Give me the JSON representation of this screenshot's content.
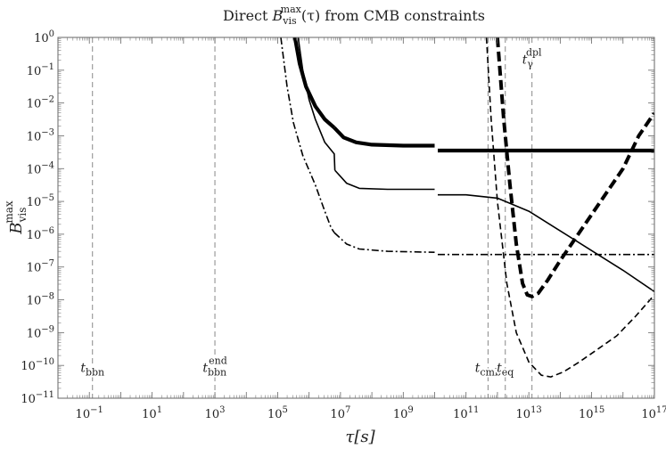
{
  "chart_data": {
    "type": "line",
    "title": "Direct B_vis^max(τ) from CMB constraints",
    "title_parts": {
      "pre": "Direct ",
      "main": "B",
      "sub": "vis",
      "sup": "max",
      "post": "(τ) from CMB constraints"
    },
    "xlabel": "τ[s]",
    "ylabel": {
      "main": "B",
      "sub": "vis",
      "sup": "max"
    },
    "x_scale": "log",
    "y_scale": "log",
    "xlim_log10": [
      -2,
      17
    ],
    "ylim_log10": [
      -11,
      0
    ],
    "grid": false,
    "legend": "none",
    "x_ticks": [
      {
        "exp": -1,
        "base": "10",
        "e": "−1"
      },
      {
        "exp": 1,
        "base": "10",
        "e": "1"
      },
      {
        "exp": 3,
        "base": "10",
        "e": "3"
      },
      {
        "exp": 5,
        "base": "10",
        "e": "5"
      },
      {
        "exp": 7,
        "base": "10",
        "e": "7"
      },
      {
        "exp": 9,
        "base": "10",
        "e": "9"
      },
      {
        "exp": 11,
        "base": "10",
        "e": "11"
      },
      {
        "exp": 13,
        "base": "10",
        "e": "13"
      },
      {
        "exp": 15,
        "base": "10",
        "e": "15"
      },
      {
        "exp": 17,
        "base": "10",
        "e": "17"
      }
    ],
    "y_ticks": [
      {
        "exp": 0,
        "base": "10",
        "e": "0"
      },
      {
        "exp": -1,
        "base": "10",
        "e": "−1"
      },
      {
        "exp": -2,
        "base": "10",
        "e": "−2"
      },
      {
        "exp": -3,
        "base": "10",
        "e": "−3"
      },
      {
        "exp": -4,
        "base": "10",
        "e": "−4"
      },
      {
        "exp": -5,
        "base": "10",
        "e": "−5"
      },
      {
        "exp": -6,
        "base": "10",
        "e": "−6"
      },
      {
        "exp": -7,
        "base": "10",
        "e": "−7"
      },
      {
        "exp": -8,
        "base": "10",
        "e": "−8"
      },
      {
        "exp": -9,
        "base": "10",
        "e": "−9"
      },
      {
        "exp": -10,
        "base": "10",
        "e": "−10"
      },
      {
        "exp": -11,
        "base": "10",
        "e": "−11"
      }
    ],
    "vlines": [
      {
        "x_log10": -0.9,
        "main": "t",
        "sub": "bbn",
        "sup": "",
        "label_y_log10": -10.2
      },
      {
        "x_log10": 3.0,
        "main": "t",
        "sub": "bbn",
        "sup": "end",
        "label_y_log10": -10.2
      },
      {
        "x_log10": 11.7,
        "main": "t",
        "sub": "cmb",
        "sup": "",
        "label_y_log10": -10.2
      },
      {
        "x_log10": 12.25,
        "main": "t",
        "sub": "eq",
        "sup": "",
        "label_y_log10": -10.2
      },
      {
        "x_log10": 13.1,
        "main": "t",
        "sub": "γ",
        "sup": "dpl",
        "label_y_log10": -0.8
      }
    ],
    "series": [
      {
        "style": "thick-solid",
        "points_log10": [
          [
            5.55,
            0
          ],
          [
            5.7,
            -0.8
          ],
          [
            5.9,
            -1.5
          ],
          [
            6.2,
            -2.1
          ],
          [
            6.5,
            -2.5
          ],
          [
            6.8,
            -2.75
          ]
        ]
      },
      {
        "style": "thick-solid",
        "points_log10": [
          [
            6.8,
            -2.75
          ],
          [
            7.1,
            -3.05
          ],
          [
            7.5,
            -3.2
          ],
          [
            8.0,
            -3.27
          ],
          [
            9.0,
            -3.3
          ],
          [
            10.0,
            -3.3
          ]
        ]
      },
      {
        "style": "thick-solid",
        "points_log10": [
          [
            10.1,
            -3.45
          ],
          [
            17,
            -3.45
          ]
        ]
      },
      {
        "style": "thick-dashed",
        "points_log10": [
          [
            12.0,
            0
          ],
          [
            12.2,
            -2.5
          ],
          [
            12.4,
            -4.5
          ],
          [
            12.6,
            -6.3
          ],
          [
            12.8,
            -7.5
          ],
          [
            12.95,
            -7.85
          ],
          [
            13.1,
            -7.9
          ],
          [
            13.3,
            -7.8
          ],
          [
            13.6,
            -7.4
          ],
          [
            14.0,
            -6.8
          ],
          [
            14.5,
            -6.1
          ],
          [
            15.0,
            -5.4
          ],
          [
            15.5,
            -4.7
          ],
          [
            16.0,
            -4.0
          ],
          [
            16.5,
            -3.0
          ],
          [
            17.0,
            -2.3
          ]
        ]
      },
      {
        "style": "thin-solid",
        "points_log10": [
          [
            5.65,
            0
          ],
          [
            5.8,
            -1.0
          ],
          [
            6.0,
            -1.9
          ],
          [
            6.2,
            -2.5
          ],
          [
            6.5,
            -3.2
          ],
          [
            6.8,
            -3.55
          ],
          [
            6.82,
            -4.05
          ]
        ]
      },
      {
        "style": "thin-solid",
        "points_log10": [
          [
            6.82,
            -4.05
          ],
          [
            7.2,
            -4.45
          ],
          [
            7.6,
            -4.6
          ],
          [
            8.5,
            -4.63
          ],
          [
            10.0,
            -4.63
          ]
        ]
      },
      {
        "style": "thin-solid",
        "points_log10": [
          [
            10.1,
            -4.8
          ],
          [
            11.0,
            -4.8
          ],
          [
            12.0,
            -4.9
          ],
          [
            13.0,
            -5.3
          ],
          [
            14.0,
            -5.9
          ],
          [
            15.0,
            -6.5
          ],
          [
            16.0,
            -7.1
          ],
          [
            17.0,
            -7.75
          ]
        ]
      },
      {
        "style": "thin-dashed",
        "points_log10": [
          [
            11.65,
            0
          ],
          [
            11.8,
            -2.5
          ],
          [
            12.0,
            -5.0
          ],
          [
            12.3,
            -7.5
          ],
          [
            12.6,
            -9.0
          ],
          [
            13.0,
            -9.9
          ],
          [
            13.4,
            -10.3
          ],
          [
            13.7,
            -10.35
          ],
          [
            14.1,
            -10.2
          ],
          [
            14.6,
            -9.9
          ],
          [
            15.2,
            -9.5
          ],
          [
            15.8,
            -9.1
          ],
          [
            16.4,
            -8.5
          ],
          [
            17.0,
            -7.85
          ]
        ]
      },
      {
        "style": "dashdot",
        "points_log10": [
          [
            5.1,
            0
          ],
          [
            5.3,
            -1.5
          ],
          [
            5.5,
            -2.6
          ],
          [
            5.8,
            -3.6
          ],
          [
            6.2,
            -4.5
          ],
          [
            6.5,
            -5.3
          ],
          [
            6.7,
            -5.8
          ],
          [
            6.8,
            -5.95
          ]
        ]
      },
      {
        "style": "dashdot",
        "points_log10": [
          [
            6.8,
            -5.95
          ],
          [
            7.2,
            -6.3
          ],
          [
            7.6,
            -6.45
          ],
          [
            8.5,
            -6.52
          ],
          [
            10.0,
            -6.55
          ]
        ]
      },
      {
        "style": "dashdot",
        "points_log10": [
          [
            10.1,
            -6.62
          ],
          [
            17.0,
            -6.62
          ]
        ]
      }
    ]
  }
}
